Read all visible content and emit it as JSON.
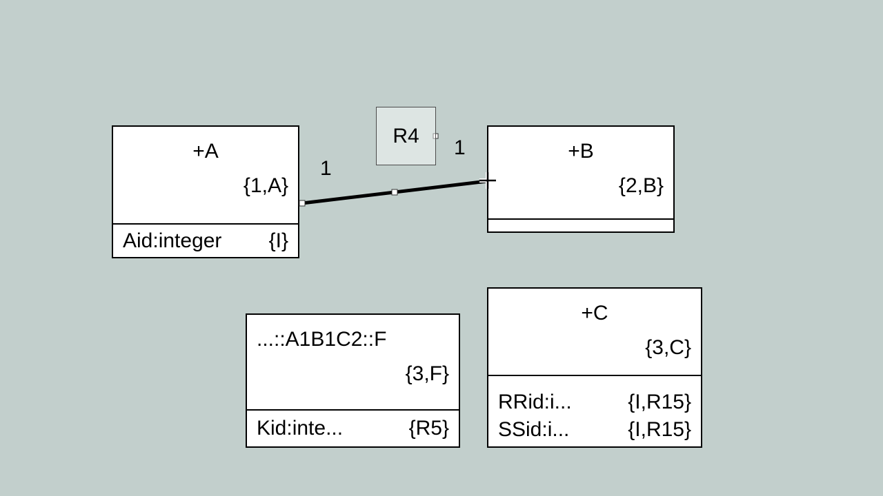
{
  "canvas": {
    "background": "#c2cfcc"
  },
  "classes": [
    {
      "name": "+A",
      "key": "{1,A}",
      "attributes": [
        {
          "name": "Aid:integer",
          "tag": "{I}"
        }
      ]
    },
    {
      "name": "+B",
      "key": "{2,B}",
      "attributes": []
    },
    {
      "name": "+C",
      "key": "{3,C}",
      "attributes": [
        {
          "name": "RRid:i...",
          "tag": "{I,R15}"
        },
        {
          "name": "SSid:i...",
          "tag": "{I,R15}"
        }
      ]
    },
    {
      "name": "...::A1B1C2::F",
      "key": "{3,F}",
      "attributes": [
        {
          "name": "Kid:inte...",
          "tag": "{R5}"
        }
      ]
    }
  ],
  "association": {
    "name": "R4",
    "left_mult": "1",
    "right_mult": "1"
  }
}
